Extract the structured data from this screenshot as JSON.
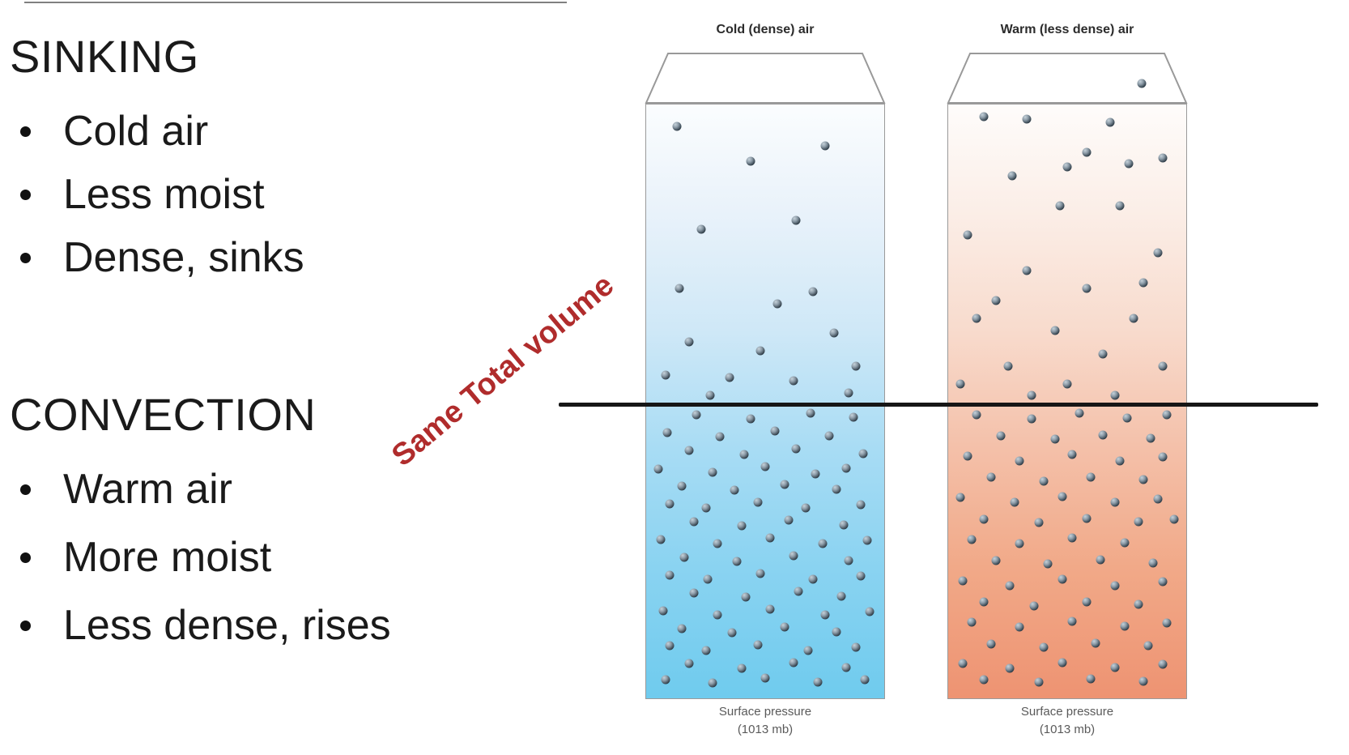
{
  "slide": {
    "left_panel": {
      "sections": [
        {
          "heading": "SINKING",
          "bullets": [
            "Cold air",
            "Less moist",
            "Dense, sinks"
          ]
        },
        {
          "heading": "CONVECTION",
          "bullets": [
            "Warm air",
            "More moist",
            "Less dense, rises"
          ]
        }
      ]
    },
    "annotation": {
      "text": "Same Total volume",
      "color": "#b02c2c",
      "rotation_deg": -40
    },
    "equal_volume_line": {
      "color": "#161616"
    },
    "molecule_colors": {
      "highlight": "#c6d2da",
      "mid": "#8b9aa6",
      "dark": "#2d3b46"
    },
    "columns": [
      {
        "id": "cold",
        "top_label": "Cold (dense) air",
        "bottom_label_line1": "Surface pressure",
        "bottom_label_line2": "(1013 mb)",
        "gradient": [
          "#fbfdfe 0%",
          "#e9f2fa 18%",
          "#cfe8f7 38%",
          "#a8dcf4 58%",
          "#8ad3f1 78%",
          "#6fcbee 100%"
        ],
        "lid_molecules": [],
        "molecules": [
          [
            13,
            3.7
          ],
          [
            75,
            7
          ],
          [
            44,
            9.5
          ],
          [
            63,
            19.5
          ],
          [
            23,
            21
          ],
          [
            14,
            31
          ],
          [
            70,
            31.5
          ],
          [
            55,
            33.5
          ],
          [
            18,
            40
          ],
          [
            79,
            38.5
          ],
          [
            48,
            41.5
          ],
          [
            88,
            44
          ],
          [
            8,
            45.5
          ],
          [
            35,
            46
          ],
          [
            62,
            46.5
          ],
          [
            27,
            49
          ],
          [
            85,
            48.5
          ],
          [
            21,
            52.2
          ],
          [
            44,
            53
          ],
          [
            69,
            52
          ],
          [
            87,
            52.6
          ],
          [
            9,
            55.2
          ],
          [
            31,
            56
          ],
          [
            54,
            55
          ],
          [
            77,
            55.8
          ],
          [
            18,
            58.2
          ],
          [
            41,
            59
          ],
          [
            63,
            58
          ],
          [
            91,
            58.8
          ],
          [
            5,
            61.4
          ],
          [
            28,
            62
          ],
          [
            50,
            61
          ],
          [
            71,
            62.2
          ],
          [
            84,
            61.2
          ],
          [
            15,
            64.2
          ],
          [
            37,
            65
          ],
          [
            58,
            64
          ],
          [
            80,
            64.8
          ],
          [
            10,
            67.2
          ],
          [
            25,
            68
          ],
          [
            47,
            67
          ],
          [
            67,
            68
          ],
          [
            90,
            67.4
          ],
          [
            20,
            70.3
          ],
          [
            40,
            71
          ],
          [
            60,
            70
          ],
          [
            83,
            70.8
          ],
          [
            6,
            73.2
          ],
          [
            30,
            74
          ],
          [
            52,
            73
          ],
          [
            74,
            74
          ],
          [
            93,
            73.4
          ],
          [
            16,
            76.2
          ],
          [
            38,
            77
          ],
          [
            62,
            76
          ],
          [
            85,
            76.8
          ],
          [
            10,
            79.2
          ],
          [
            26,
            80
          ],
          [
            48,
            79
          ],
          [
            70,
            80
          ],
          [
            90,
            79.4
          ],
          [
            20,
            82.3
          ],
          [
            42,
            83
          ],
          [
            64,
            82
          ],
          [
            82,
            82.8
          ],
          [
            7,
            85.2
          ],
          [
            30,
            86
          ],
          [
            52,
            85
          ],
          [
            75,
            86
          ],
          [
            94,
            85.4
          ],
          [
            15,
            88.2
          ],
          [
            36,
            89
          ],
          [
            58,
            88
          ],
          [
            80,
            88.8
          ],
          [
            10,
            91.2
          ],
          [
            25,
            92
          ],
          [
            47,
            91
          ],
          [
            68,
            92
          ],
          [
            88,
            91.4
          ],
          [
            18,
            94.2
          ],
          [
            40,
            95
          ],
          [
            62,
            94
          ],
          [
            84,
            94.8
          ],
          [
            8,
            96.8
          ],
          [
            28,
            97.4
          ],
          [
            50,
            96.6
          ],
          [
            72,
            97.3
          ],
          [
            92,
            96.9
          ]
        ]
      },
      {
        "id": "warm",
        "top_label": "Warm (less dense) air",
        "bottom_label_line1": "Surface pressure",
        "bottom_label_line2": "(1013 mb)",
        "gradient": [
          "#fefcfb 0%",
          "#fbeee7 18%",
          "#f8dbcd 38%",
          "#f4c0a9 58%",
          "#f1a988 78%",
          "#ee9372 100%"
        ],
        "lid_molecules": [
          [
            81,
            60
          ]
        ],
        "molecules": [
          [
            15,
            2
          ],
          [
            33,
            2.5
          ],
          [
            68,
            3
          ],
          [
            58,
            8
          ],
          [
            90,
            9
          ],
          [
            27,
            12
          ],
          [
            50,
            10.5
          ],
          [
            76,
            10
          ],
          [
            8,
            22
          ],
          [
            47,
            17
          ],
          [
            72,
            17
          ],
          [
            88,
            25
          ],
          [
            33,
            28
          ],
          [
            58,
            31
          ],
          [
            82,
            30
          ],
          [
            20,
            33
          ],
          [
            12,
            36
          ],
          [
            78,
            36
          ],
          [
            45,
            38
          ],
          [
            65,
            42
          ],
          [
            25,
            44
          ],
          [
            90,
            44
          ],
          [
            5,
            47
          ],
          [
            50,
            47
          ],
          [
            35,
            49
          ],
          [
            70,
            49
          ],
          [
            12,
            52.2
          ],
          [
            35,
            53
          ],
          [
            55,
            52
          ],
          [
            75,
            52.8
          ],
          [
            92,
            52.3
          ],
          [
            22,
            55.8
          ],
          [
            45,
            56.4
          ],
          [
            65,
            55.7
          ],
          [
            85,
            56.2
          ],
          [
            8,
            59.2
          ],
          [
            30,
            60
          ],
          [
            52,
            59
          ],
          [
            72,
            60
          ],
          [
            90,
            59.4
          ],
          [
            18,
            62.8
          ],
          [
            40,
            63.4
          ],
          [
            60,
            62.7
          ],
          [
            82,
            63.2
          ],
          [
            5,
            66.2
          ],
          [
            28,
            67
          ],
          [
            48,
            66
          ],
          [
            70,
            67
          ],
          [
            88,
            66.4
          ],
          [
            15,
            69.8
          ],
          [
            38,
            70.4
          ],
          [
            58,
            69.7
          ],
          [
            80,
            70.2
          ],
          [
            95,
            69.9
          ],
          [
            10,
            73.2
          ],
          [
            30,
            74
          ],
          [
            52,
            73
          ],
          [
            74,
            73.8
          ],
          [
            20,
            76.8
          ],
          [
            42,
            77.4
          ],
          [
            64,
            76.7
          ],
          [
            86,
            77.2
          ],
          [
            6,
            80.2
          ],
          [
            26,
            81
          ],
          [
            48,
            80
          ],
          [
            70,
            81
          ],
          [
            90,
            80.4
          ],
          [
            15,
            83.8
          ],
          [
            36,
            84.4
          ],
          [
            58,
            83.7
          ],
          [
            80,
            84.2
          ],
          [
            10,
            87.2
          ],
          [
            30,
            88
          ],
          [
            52,
            87
          ],
          [
            74,
            87.8
          ],
          [
            92,
            87.3
          ],
          [
            18,
            90.8
          ],
          [
            40,
            91.4
          ],
          [
            62,
            90.7
          ],
          [
            84,
            91.2
          ],
          [
            6,
            94.2
          ],
          [
            26,
            95
          ],
          [
            48,
            94
          ],
          [
            70,
            94.8
          ],
          [
            90,
            94.3
          ],
          [
            15,
            96.8
          ],
          [
            38,
            97.3
          ],
          [
            60,
            96.7
          ],
          [
            82,
            97.1
          ]
        ]
      }
    ]
  }
}
